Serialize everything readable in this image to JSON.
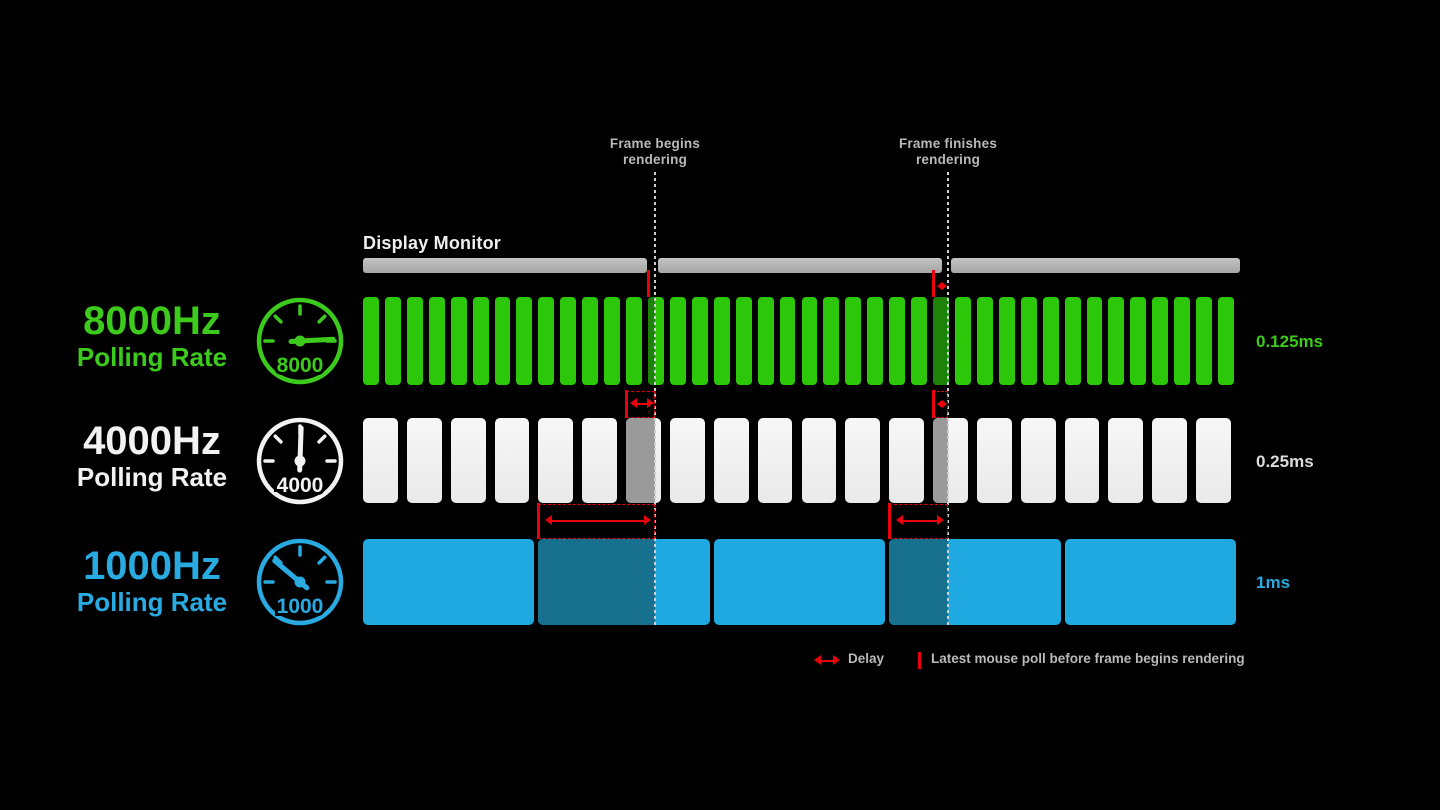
{
  "annotations": {
    "frame_begins_line1": "Frame begins",
    "frame_begins_line2": "rendering",
    "frame_finishes_line1": "Frame finishes",
    "frame_finishes_line2": "rendering"
  },
  "display_monitor": {
    "label": "Display Monitor"
  },
  "timeline": {
    "total_ms": 5,
    "frame_begin_ms": 1.665,
    "frame_finish_ms": 3.335
  },
  "rows": [
    {
      "id": "8000hz",
      "rate_label": "8000Hz",
      "sub_label": "Polling Rate",
      "gauge_value": "8000",
      "interval_label": "0.125ms",
      "interval_ms": 0.125,
      "color": "#2bc708",
      "dark_color": "#1d820a",
      "text_color": "#3ccb1c",
      "needle_deg": 3
    },
    {
      "id": "4000hz",
      "rate_label": "4000Hz",
      "sub_label": "Polling Rate",
      "gauge_value": "4000",
      "interval_label": "0.25ms",
      "interval_ms": 0.25,
      "color": "#f2f2f2",
      "dark_color": "#9a9a9a",
      "text_color": "#f2f2f2",
      "needle_deg": 88
    },
    {
      "id": "1000hz",
      "rate_label": "1000Hz",
      "sub_label": "Polling Rate",
      "gauge_value": "1000",
      "interval_label": "1ms",
      "interval_ms": 1,
      "color": "#1fa9e0",
      "dark_color": "#17708e",
      "text_color": "#29abe2",
      "needle_deg": 140
    }
  ],
  "legend": {
    "delay_label": "Delay",
    "poll_label": "Latest mouse poll before frame begins rendering"
  },
  "colors": {
    "red": "#e8000d",
    "annotation_gray": "#b9b9b9",
    "monitor_bar": "#b5b5b5"
  }
}
